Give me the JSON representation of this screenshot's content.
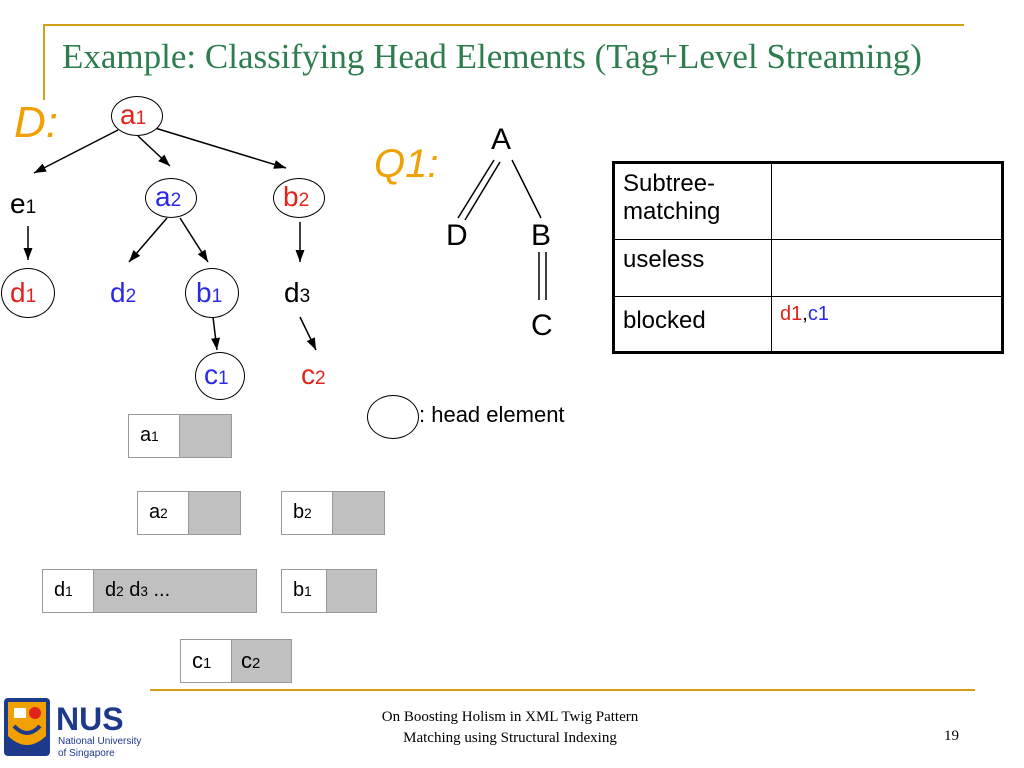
{
  "slide": {
    "title": "Example: Classifying Head Elements (Tag+Level Streaming)",
    "data_label": "D:",
    "query_label": "Q1:",
    "legend_text": ": head element",
    "footer_line1": "On Boosting Holism in XML Twig Pattern",
    "footer_line2": "Matching using Structural Indexing",
    "page_number": "19"
  },
  "colors": {
    "title": "#2e7d4f",
    "accent": "#f0a000",
    "red": "#e0231b",
    "blue": "#2a2ae6",
    "rule": "#d4a017"
  },
  "doc_tree": {
    "a1": {
      "tag": "a",
      "sub": "1"
    },
    "e1": {
      "tag": "e",
      "sub": "1"
    },
    "a2": {
      "tag": "a",
      "sub": "2"
    },
    "b2": {
      "tag": "b",
      "sub": "2"
    },
    "d1": {
      "tag": "d",
      "sub": "1"
    },
    "d2": {
      "tag": "d",
      "sub": "2"
    },
    "b1": {
      "tag": "b",
      "sub": "1"
    },
    "d3": {
      "tag": "d",
      "sub": "3"
    },
    "c1": {
      "tag": "c",
      "sub": "1"
    },
    "c2": {
      "tag": "c",
      "sub": "2"
    }
  },
  "query_tree": {
    "A": "A",
    "D": "D",
    "B": "B",
    "C": "C"
  },
  "table": {
    "rows": [
      {
        "label": "Subtree-matching",
        "value": ""
      },
      {
        "label": "useless",
        "value": ""
      },
      {
        "label": "blocked",
        "value_red": "d1",
        "value_sep": ",",
        "value_blue": "c1"
      }
    ]
  },
  "streams": {
    "a1": {
      "head": "a",
      "head_sub": "1"
    },
    "a2": {
      "head": "a",
      "head_sub": "2"
    },
    "b2": {
      "head": "b",
      "head_sub": "2"
    },
    "d": {
      "head": "d",
      "head_sub": "1",
      "rest1": "d",
      "rest1_sub": "2",
      "rest2": "d",
      "rest2_sub": "3",
      "rest_tail": " ..."
    },
    "b1": {
      "head": "b",
      "head_sub": "1"
    },
    "c": {
      "head": "c",
      "head_sub": "1",
      "rest1": "c",
      "rest1_sub": "2"
    }
  }
}
